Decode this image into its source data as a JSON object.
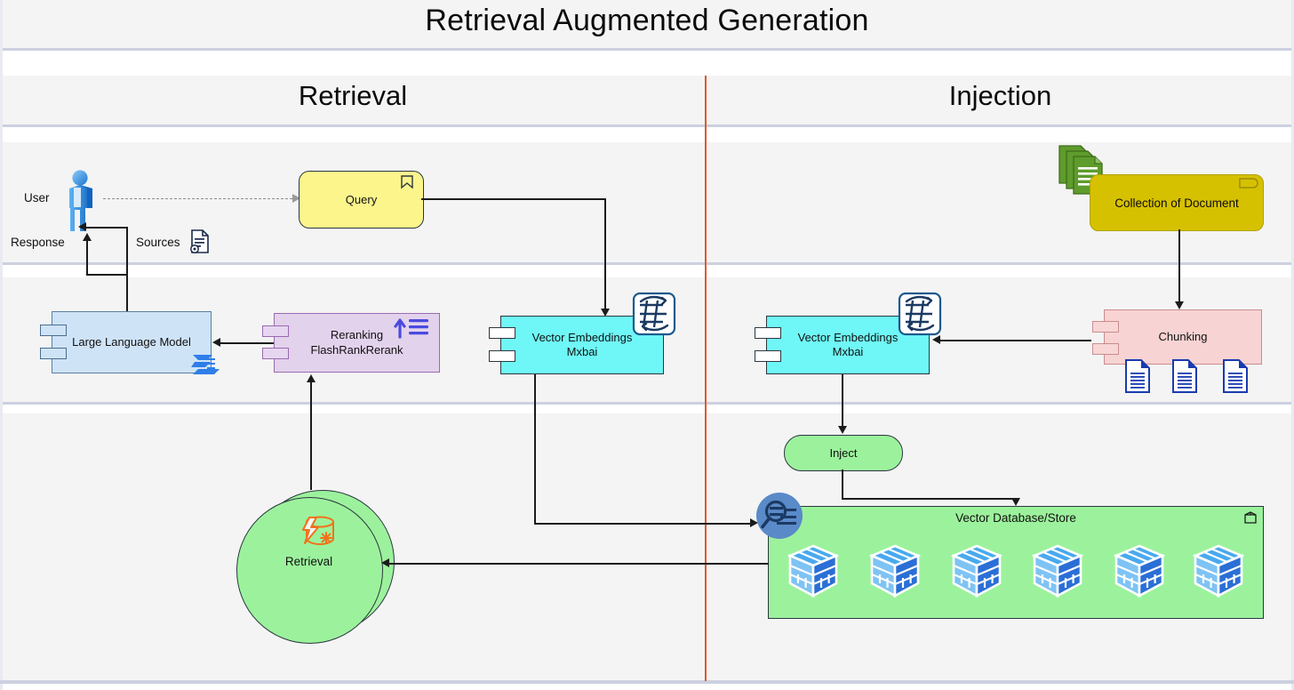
{
  "title": "Retrieval Augmented Generation",
  "lanes": [
    {
      "name": "retrieval",
      "label": "Retrieval"
    },
    {
      "name": "injection",
      "label": "Injection"
    }
  ],
  "labels": {
    "user": "User",
    "response": "Response",
    "sources": "Sources"
  },
  "nodes": {
    "query": "Query",
    "llm": "Large Language Model",
    "reranking_line1": "Reranking",
    "reranking_line2": "FlashRankRerank",
    "vector_embeddings_left_line1": "Vector Embeddings",
    "vector_embeddings_left_line2": "Mxbai",
    "vector_embeddings_right_line1": "Vector Embeddings",
    "vector_embeddings_right_line2": "Mxbai",
    "collection_of_document": "Collection of Document",
    "chunking": "Chunking",
    "inject": "Inject",
    "vector_database": "Vector Database/Store",
    "retrieval_circle": "Retrieval"
  },
  "icons": {
    "user": "user-person-icon",
    "query_bookmark": "bookmark-icon",
    "doc_collection": "stacked-documents-icon",
    "doc_note": "document-note-icon",
    "sources_doc": "document-gear-icon",
    "llm_badge": "llm-flow-icon",
    "rerank_badge": "sort-ascending-icon",
    "embed_badge": "matrix-transform-icon",
    "chunk_docs": "document-icon",
    "retrieval_badge": "database-lightning-icon",
    "vdb_search": "magnifier-search-icon",
    "vdb_corner": "cube-3d-icon",
    "vdb_cube": "data-cube-icon"
  },
  "colors": {
    "band": "#f4f4f4",
    "band_edge": "#ccd0e0",
    "lane_divider": "#dd5a2a",
    "llm_fill": "#cfe3f7",
    "rerank_fill": "#e3d2ec",
    "embeddings_fill": "#6ff7f7",
    "query_fill": "#fcf58c",
    "document_fill": "#d6c100",
    "chunking_fill": "#f8d3d3",
    "green_fill": "#9cf29c",
    "connector": "#1b1b1b"
  },
  "vector_database_cube_count": 6,
  "chunking_doc_count": 3
}
